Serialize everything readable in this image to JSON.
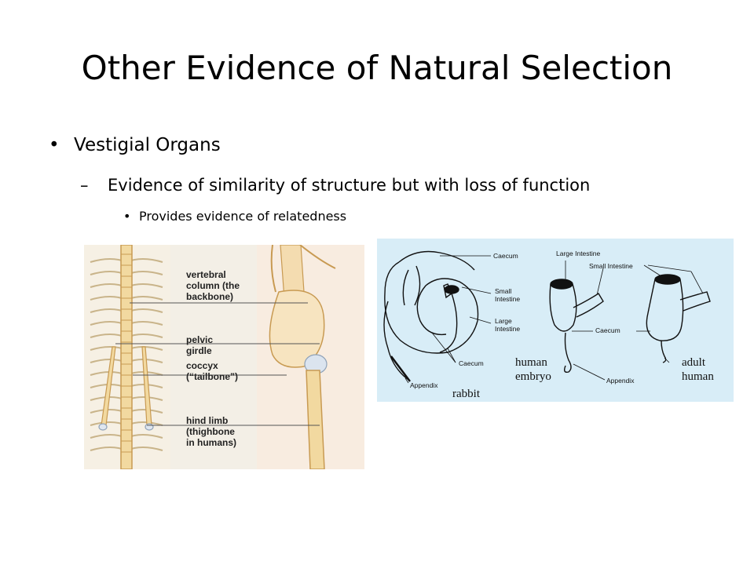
{
  "slide": {
    "title": "Other Evidence of Natural Selection",
    "bullet_level1": "Vestigial Organs",
    "bullet_level2": "Evidence of similarity of structure but with loss of function",
    "bullet_level3": "Provides evidence of relatedness",
    "bullet_marks": {
      "level1": "•",
      "level2": "–",
      "level3": "•"
    }
  },
  "figure_skeleton": {
    "labels": {
      "vertebral_1": "vertebral",
      "vertebral_2": "column (the",
      "vertebral_3": "backbone)",
      "pelvic_1": "pelvic",
      "pelvic_2": "girdle",
      "coccyx_1": "coccyx",
      "coccyx_2": "(“tailbone”)",
      "hind_1": "hind limb",
      "hind_2": "(thighbone",
      "hind_3": "in humans)"
    }
  },
  "figure_intestine": {
    "labels": {
      "caecum_top": "Caecum",
      "small_1": "Small",
      "small_2": "Intestine",
      "large_1": "Large",
      "large_2": "Intestine",
      "caecum_bottom": "Caecum",
      "appendix_left": "Appendix",
      "rabbit": "rabbit",
      "large_intestine_top": "Large Intestine",
      "small_intestine_top": "Small Intestine",
      "caecum_mid": "Caecum",
      "human_embryo_1": "human",
      "human_embryo_2": "embryo",
      "appendix_right": "Appendix",
      "adult_1": "adult",
      "adult_2": "human"
    }
  }
}
